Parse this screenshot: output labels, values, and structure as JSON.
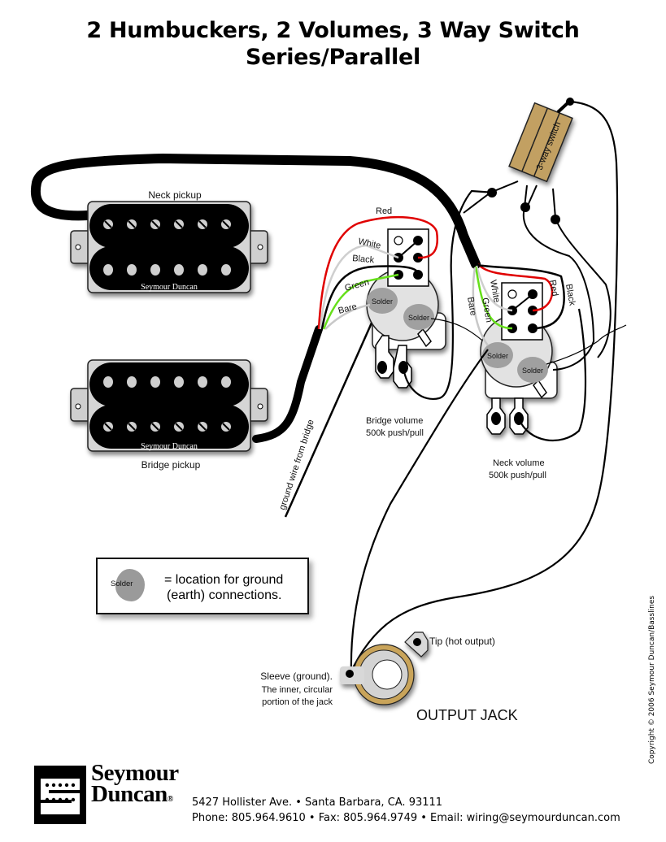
{
  "title": {
    "line1": "2 Humbuckers, 2 Volumes, 3 Way Switch",
    "line2": "Series/Parallel"
  },
  "pickups": {
    "neck": {
      "label": "Neck pickup",
      "brand": "Seymour Duncan"
    },
    "bridge": {
      "label": "Bridge pickup",
      "brand": "Seymour Duncan"
    }
  },
  "wire_labels": {
    "red": "Red",
    "white": "White",
    "black": "Black",
    "green": "Green",
    "bare": "Bare",
    "ground_bridge": "ground wire from bridge"
  },
  "pots": {
    "bridge": {
      "line1": "Bridge volume",
      "line2": "500k push/pull"
    },
    "neck": {
      "line1": "Neck volume",
      "line2": "500k push/pull"
    }
  },
  "solder_label": "Solder",
  "switch_label": "3-way switch",
  "legend": {
    "blob_label": "Solder",
    "line1": "= location for ground",
    "line2": "(earth) connections."
  },
  "jack": {
    "title": "OUTPUT JACK",
    "tip": "Tip (hot output)",
    "sleeve_line1": "Sleeve (ground).",
    "sleeve_line2": "The inner, circular",
    "sleeve_line3": "portion of the jack"
  },
  "footer": {
    "brand_line1": "Seymour",
    "brand_line2": "Duncan",
    "registered": "®",
    "address": "5427 Hollister Ave. • Santa Barbara, CA. 93111",
    "contact": "Phone: 805.964.9610 • Fax: 805.964.9749 • Email: wiring@seymourduncan.com"
  },
  "copyright": "Copyright © 2006 Seymour Duncan/Basslines",
  "colors": {
    "wire_red": "#e00000",
    "wire_green": "#66e01a",
    "wire_white": "#d8d8d8",
    "switch_tan": "#c2a062",
    "jack_ring": "#c9a45a",
    "solder_gray": "#a0a0a0",
    "pot_body": "#e2e2e2"
  }
}
